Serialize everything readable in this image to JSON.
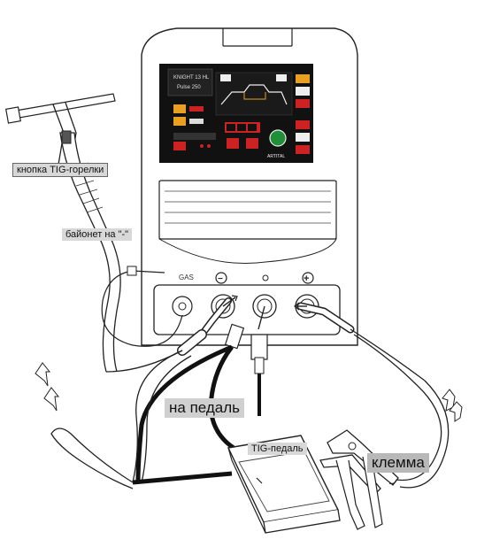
{
  "labels": {
    "torch_button": "кнопка TIG-горелки",
    "bayonet": "байонет на \"-\"",
    "to_pedal": "на педаль",
    "tig_pedal": "TIG-педаль",
    "clamp": "клемма"
  },
  "panel": {
    "model_line1": "KNIGHT 13 HL",
    "model_line2": "Pulse 250",
    "gas_label": "GAS",
    "minus_sign": "−",
    "plus_sign": "+",
    "brand": "ARTITAL"
  },
  "colors": {
    "panel_bg": "#111111",
    "display_red": "#cc2222",
    "knob_green": "#1f8f3a",
    "label_bg": "#d0d0d0"
  }
}
